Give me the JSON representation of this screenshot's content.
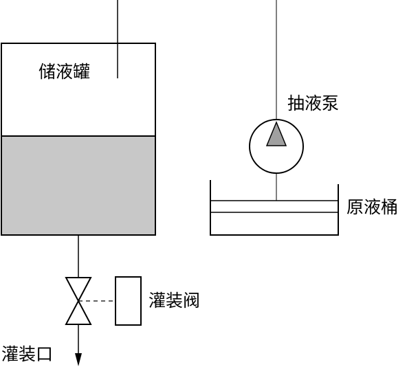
{
  "labels": {
    "storage_tank": "储液罐",
    "pump": "抽液泵",
    "source_barrel": "原液桶",
    "filling_valve": "灌装阀",
    "filling_outlet": "灌装口"
  },
  "colors": {
    "line": "#000000",
    "liquid_fill": "#c8c8c8",
    "pump_triangle": "#a0a0a0",
    "background": "#ffffff"
  }
}
